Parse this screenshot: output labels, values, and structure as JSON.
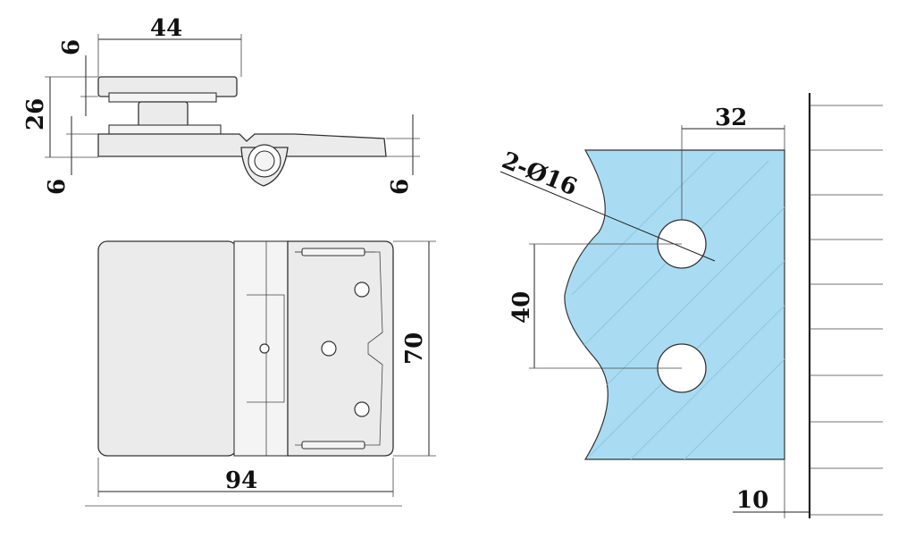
{
  "dimensions": {
    "top_width": "44",
    "top_plate_thickness": "6",
    "overall_height": "26",
    "left_bottom_thickness": "6",
    "right_bottom_thickness": "6",
    "front_height": "70",
    "front_width": "94",
    "hole_spacing_horizontal": "32",
    "hole_diameter": "2-Ø16",
    "hole_spacing_vertical": "40",
    "wall_gap": "10"
  },
  "colors": {
    "glass": "#a9dcf3",
    "metal": "#ebebeb",
    "outline": "#333333"
  }
}
